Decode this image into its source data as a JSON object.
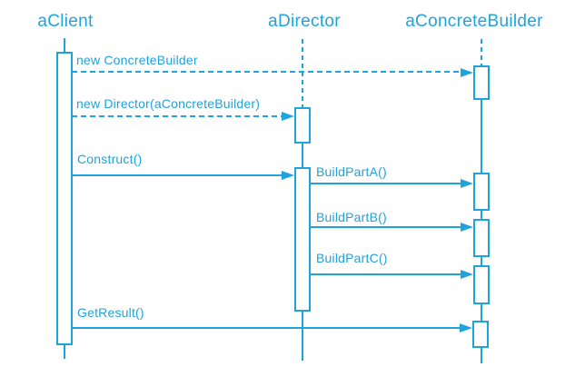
{
  "diagram": {
    "type": "uml-sequence-diagram",
    "accent_color": "#1FA3DD",
    "background_color": "#FFFFFF",
    "lifelines": [
      {
        "id": "client",
        "label": "aClient"
      },
      {
        "id": "director",
        "label": "aDirector"
      },
      {
        "id": "builder",
        "label": "aConcreteBuilder"
      }
    ],
    "messages": [
      {
        "label": "new ConcreteBuilder",
        "from": "aClient",
        "to": "aConcreteBuilder",
        "style": "dashed"
      },
      {
        "label": "new Director(aConcreteBuilder)",
        "from": "aClient",
        "to": "aDirector",
        "style": "dashed"
      },
      {
        "label": "Construct()",
        "from": "aClient",
        "to": "aDirector",
        "style": "solid"
      },
      {
        "label": "BuildPartA()",
        "from": "aDirector",
        "to": "aConcreteBuilder",
        "style": "solid"
      },
      {
        "label": "BuildPartB()",
        "from": "aDirector",
        "to": "aConcreteBuilder",
        "style": "solid"
      },
      {
        "label": "BuildPartC()",
        "from": "aDirector",
        "to": "aConcreteBuilder",
        "style": "solid"
      },
      {
        "label": "GetResult()",
        "from": "aClient",
        "to": "aConcreteBuilder",
        "style": "solid"
      }
    ]
  }
}
